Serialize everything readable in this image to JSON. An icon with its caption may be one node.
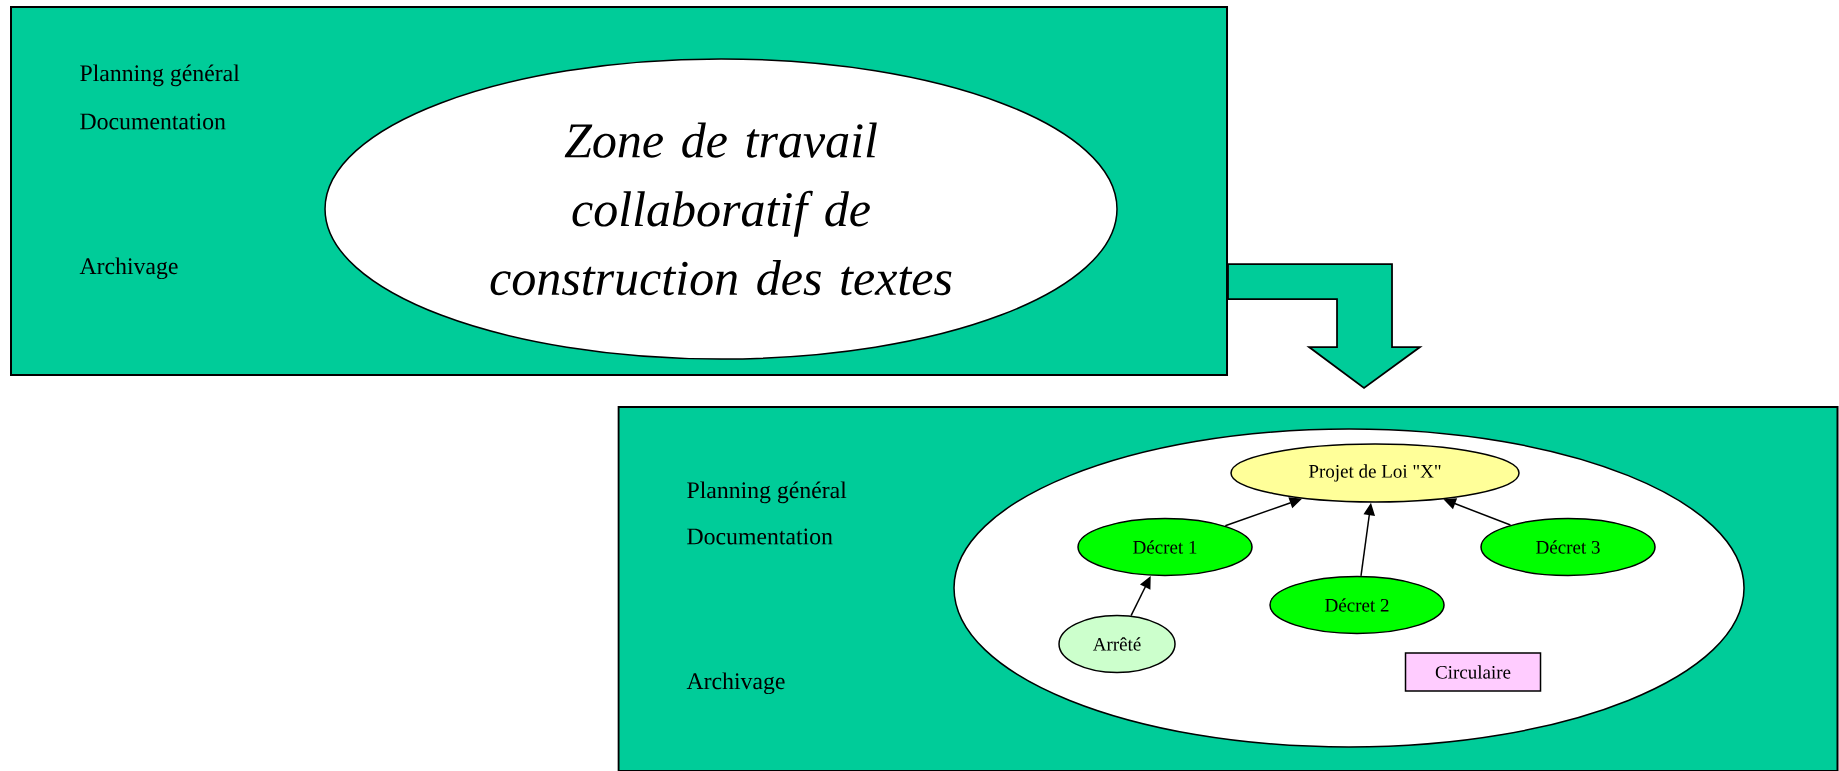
{
  "diagram": {
    "nodes": [
      {
        "text": [
          "Planning général",
          "Documentation",
          "Archivage"
        ]
      },
      {
        "text": [
          "Zone de travail collaboratif de construction des textes"
        ],
        "in": 0
      },
      {
        "text": [
          "Planning général",
          "Documentation",
          "Archivage"
        ]
      },
      {
        "text": [],
        "shape": "ellipse",
        "in": 2
      },
      {
        "text": [
          "Projet de Loi \"X\""
        ],
        "in": 3
      },
      {
        "text": [
          "Décret 1"
        ],
        "in": 3
      },
      {
        "text": [
          "Décret 3"
        ],
        "in": 3
      },
      {
        "text": [
          "Décret 2"
        ],
        "in": 3
      },
      {
        "text": [
          "Arrêté"
        ],
        "in": 3
      },
      {
        "text": [
          "Circulaire"
        ],
        "in": 3
      }
    ],
    "edges": [
      {
        "from": 0,
        "to": 2,
        "arrow": "to",
        "style": "thick"
      },
      {
        "from": 5,
        "to": 4,
        "arrow": "to"
      },
      {
        "from": 7,
        "to": 4,
        "arrow": "to"
      },
      {
        "from": 6,
        "to": 4,
        "arrow": "to"
      },
      {
        "from": 8,
        "to": 5,
        "arrow": "to"
      }
    ]
  }
}
